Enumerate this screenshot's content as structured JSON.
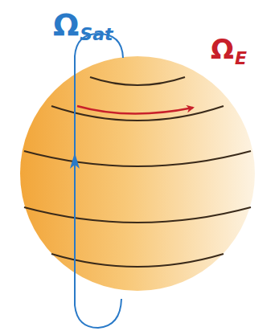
{
  "diagram": {
    "labels": [
      "Ω",
      "Sat",
      "Ω",
      "E"
    ]
  }
}
